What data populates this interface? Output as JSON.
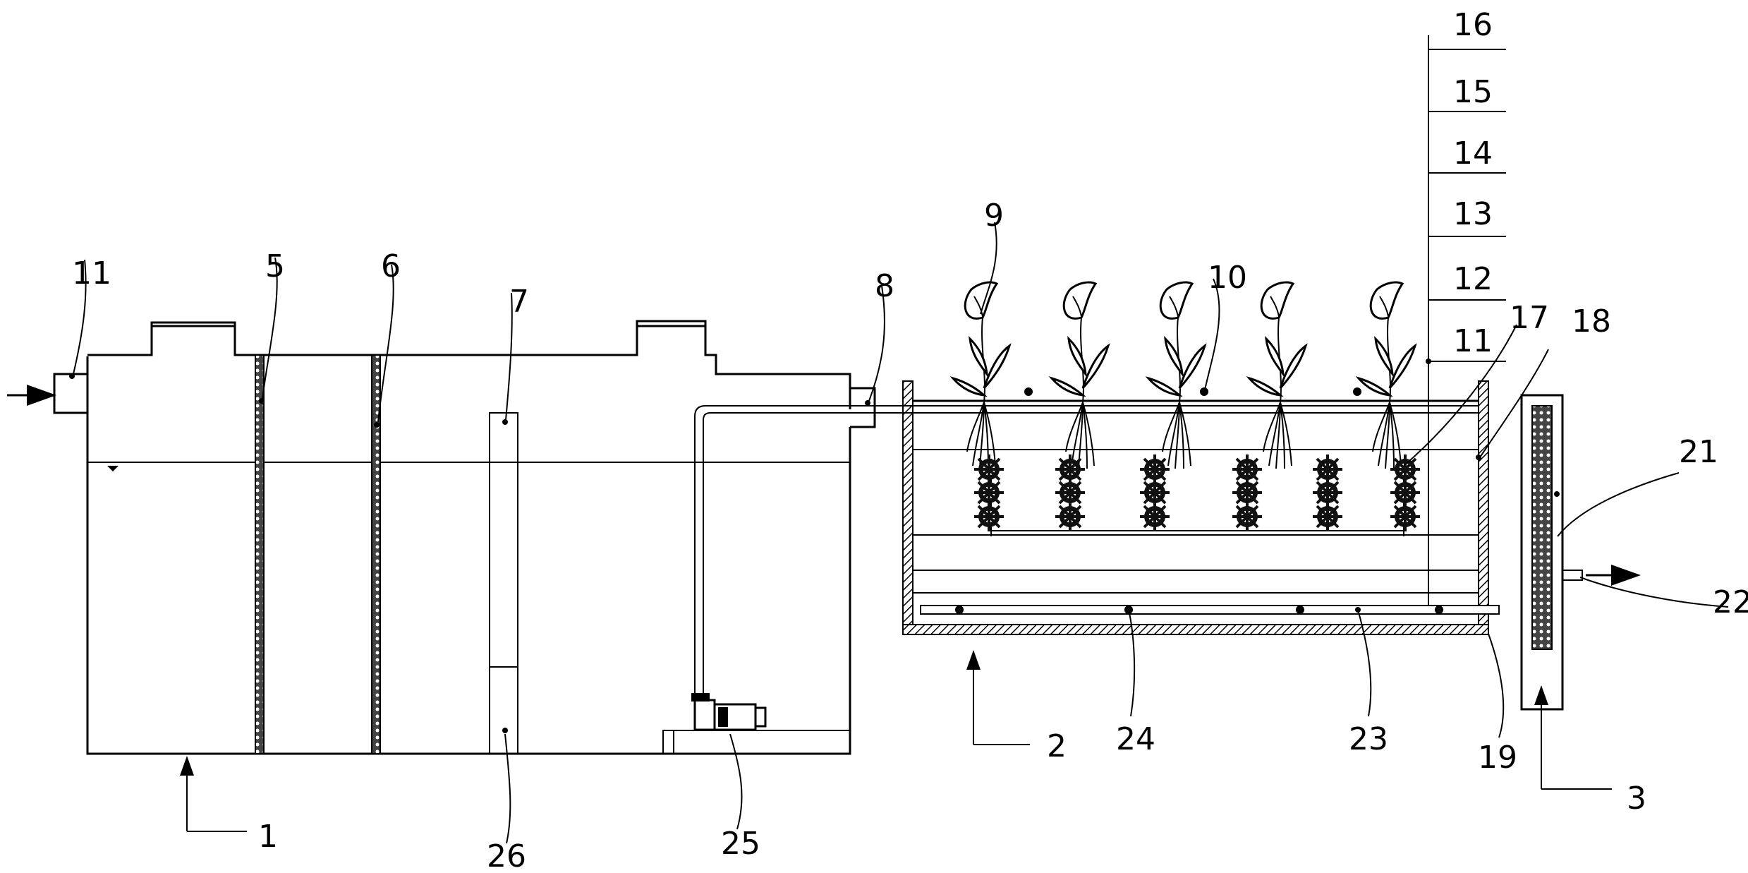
{
  "labels": {
    "l1": "1",
    "l2": "2",
    "l3": "3",
    "l5": "5",
    "l6": "6",
    "l7": "7",
    "l8": "8",
    "l9": "9",
    "l10": "10",
    "l11a": "11",
    "l11b": "11",
    "l12": "12",
    "l13": "13",
    "l14": "14",
    "l15": "15",
    "l16": "16",
    "l17": "17",
    "l18": "18",
    "l19": "19",
    "l21": "21",
    "l22": "22",
    "l23": "23",
    "l24": "24",
    "l25": "25",
    "l26": "26"
  }
}
